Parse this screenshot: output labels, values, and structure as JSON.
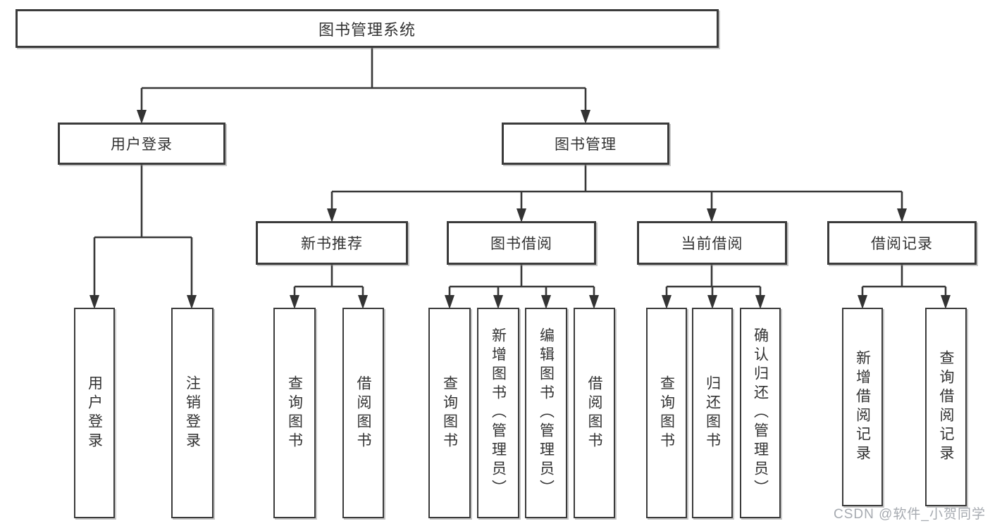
{
  "diagram_title": "图书管理系统",
  "watermark": "CSDN @软件_小贺同学",
  "colors": {
    "line": "#383838",
    "box_border": "#3b3b3b",
    "box_fill": "#ffffff",
    "text": "#323232",
    "watermark": "#a6aab0",
    "background": "#ffffff"
  },
  "tree": {
    "root": {
      "label": "图书管理系统"
    },
    "level2": [
      {
        "label": "用户登录"
      },
      {
        "label": "图书管理"
      }
    ],
    "level3": [
      {
        "label": "新书推荐"
      },
      {
        "label": "图书借阅"
      },
      {
        "label": "当前借阅"
      },
      {
        "label": "借阅记录"
      }
    ],
    "leaves": {
      "login": [
        "用户登录",
        "注销登录"
      ],
      "recommend": [
        "查询图书",
        "借阅图书"
      ],
      "borrow": [
        "查询图书",
        "新增图书（管理员）",
        "编辑图书（管理员）",
        "借阅图书"
      ],
      "current": [
        "查询图书",
        "归还图书",
        "确认归还（管理员）"
      ],
      "records": [
        "新增借阅记录",
        "查询借阅记录"
      ]
    }
  }
}
